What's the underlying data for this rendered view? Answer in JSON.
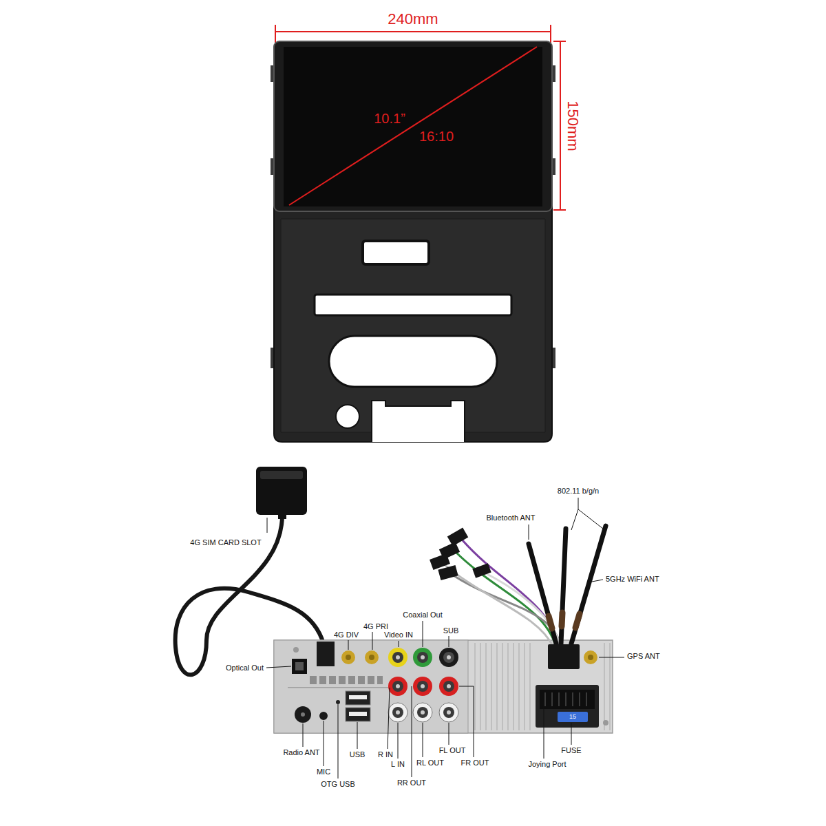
{
  "diagram": {
    "labels": [
      "240mm",
      "150mm",
      "10.1”",
      "16:10",
      "4G SIM CARD SLOT",
      "Bluetooth ANT",
      "802.11 b/g/n",
      "5GHz WiFi ANT",
      "Coaxial Out",
      "4G DIV",
      "4G PRI",
      "Video IN",
      "SUB",
      "GPS ANT",
      "Optical Out",
      "Radio ANT",
      "MIC",
      "OTG USB",
      "USB",
      "R IN",
      "L IN",
      "RR OUT",
      "RL OUT",
      "FL OUT",
      "FR OUT",
      "FUSE",
      "Joying Port",
      "15"
    ]
  }
}
